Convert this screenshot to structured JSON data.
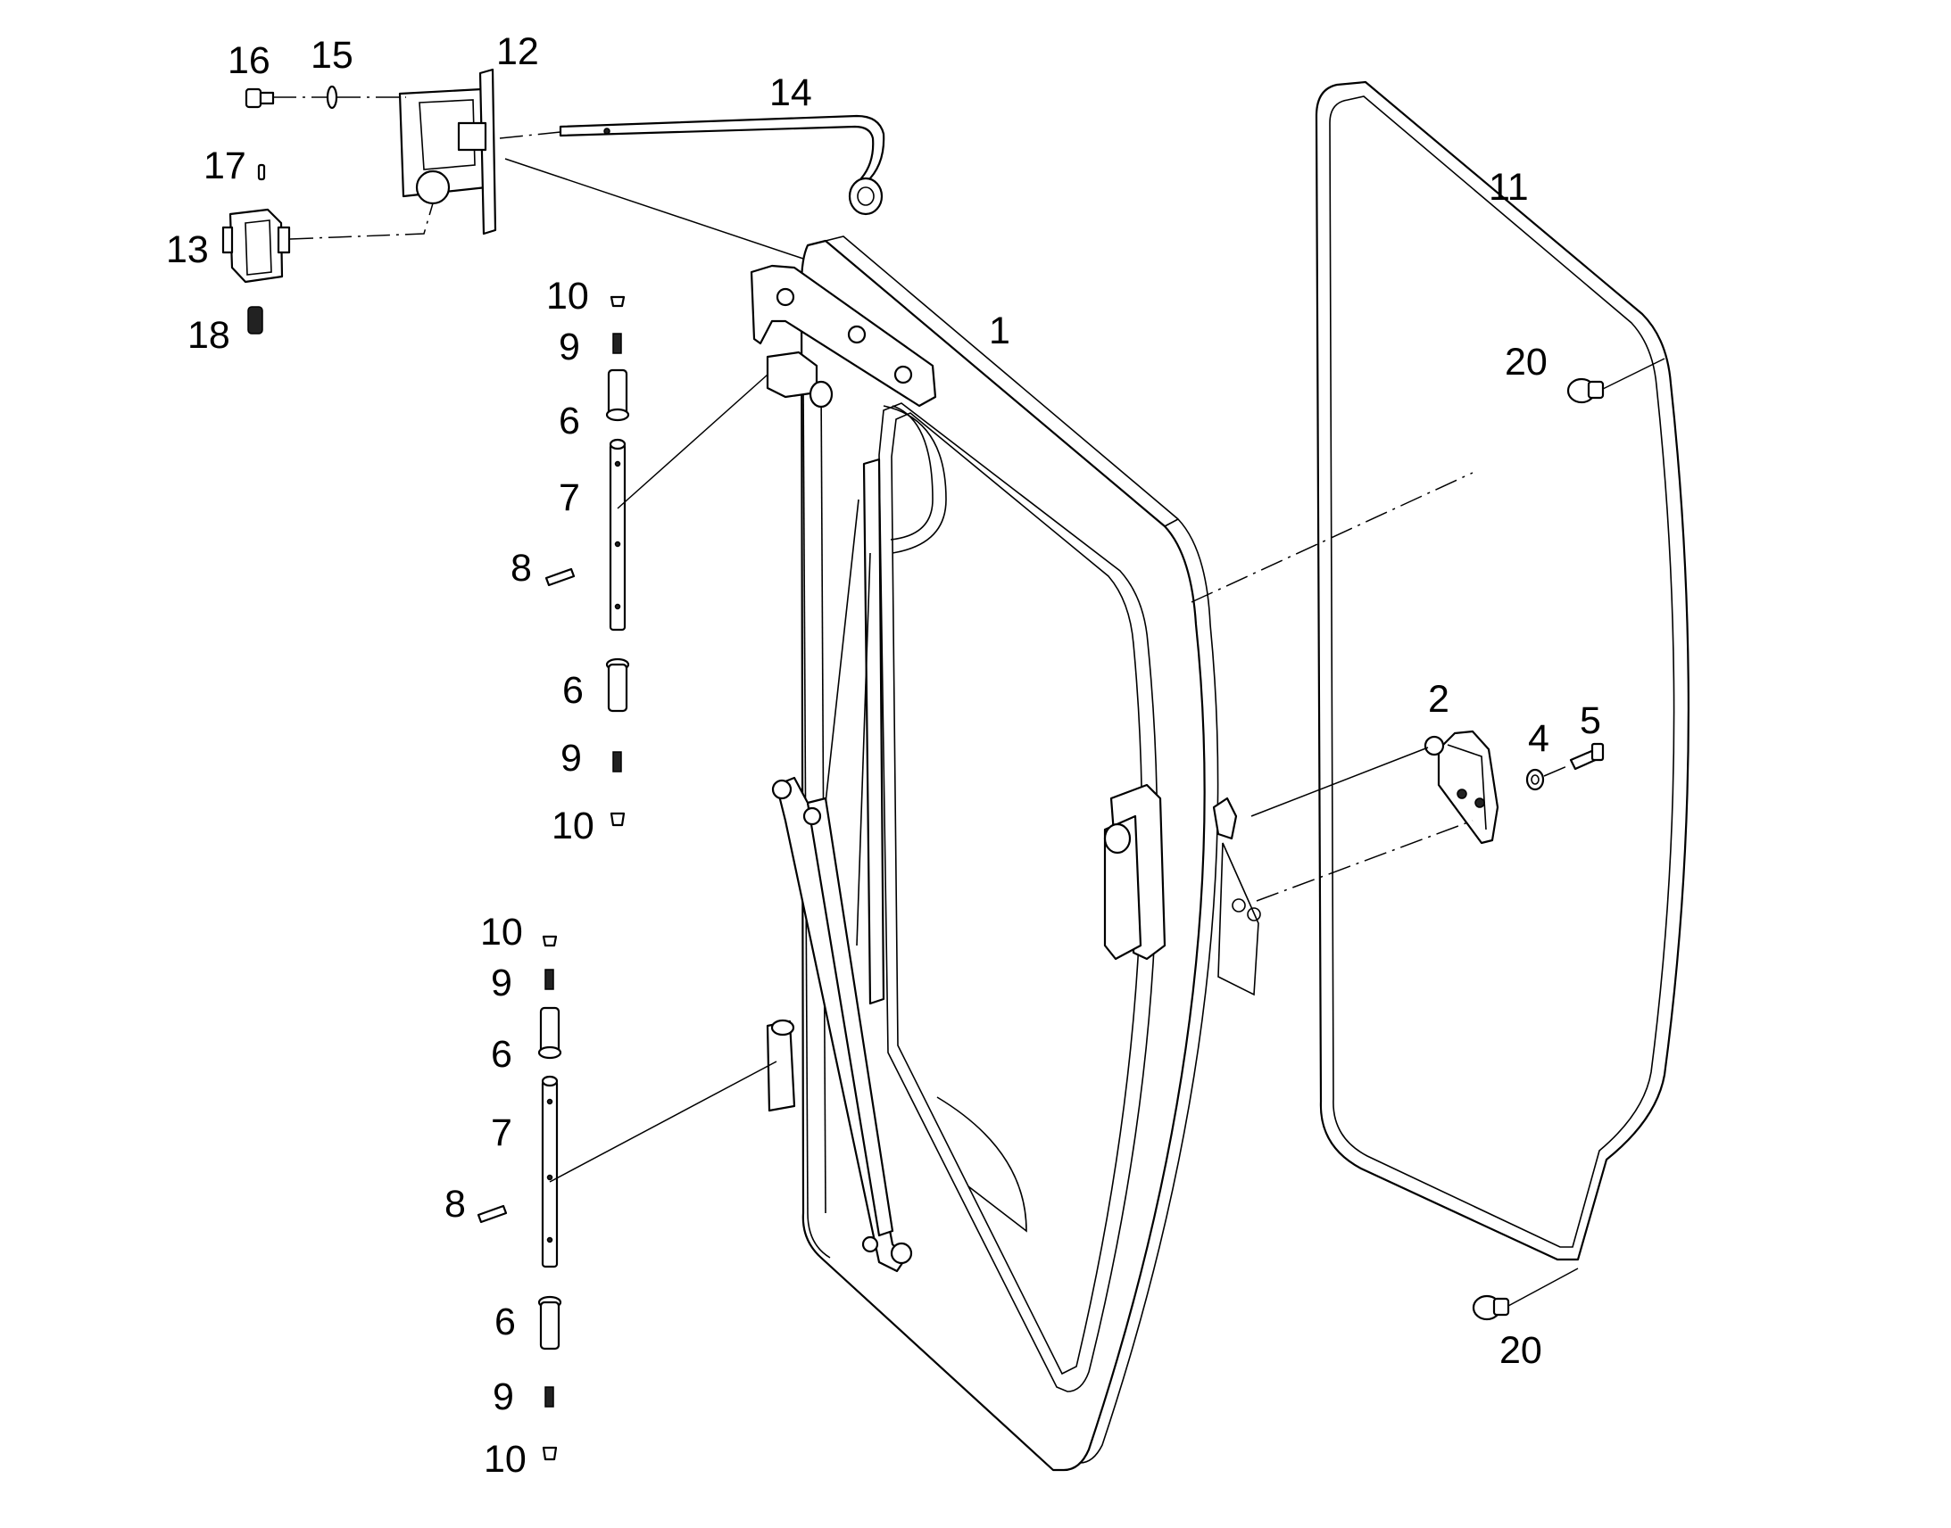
{
  "labels": {
    "l1": "1",
    "l2": "2",
    "l4": "4",
    "l5": "5",
    "l6a": "6",
    "l6b": "6",
    "l6c": "6",
    "l6d": "6",
    "l7a": "7",
    "l7b": "7",
    "l8a": "8",
    "l8b": "8",
    "l9a": "9",
    "l9b": "9",
    "l9c": "9",
    "l9d": "9",
    "l10a": "10",
    "l10b": "10",
    "l10c": "10",
    "l10d": "10",
    "l11": "11",
    "l12": "12",
    "l13": "13",
    "l14": "14",
    "l15": "15",
    "l16": "16",
    "l17": "17",
    "l18": "18",
    "l20a": "20",
    "l20b": "20"
  }
}
